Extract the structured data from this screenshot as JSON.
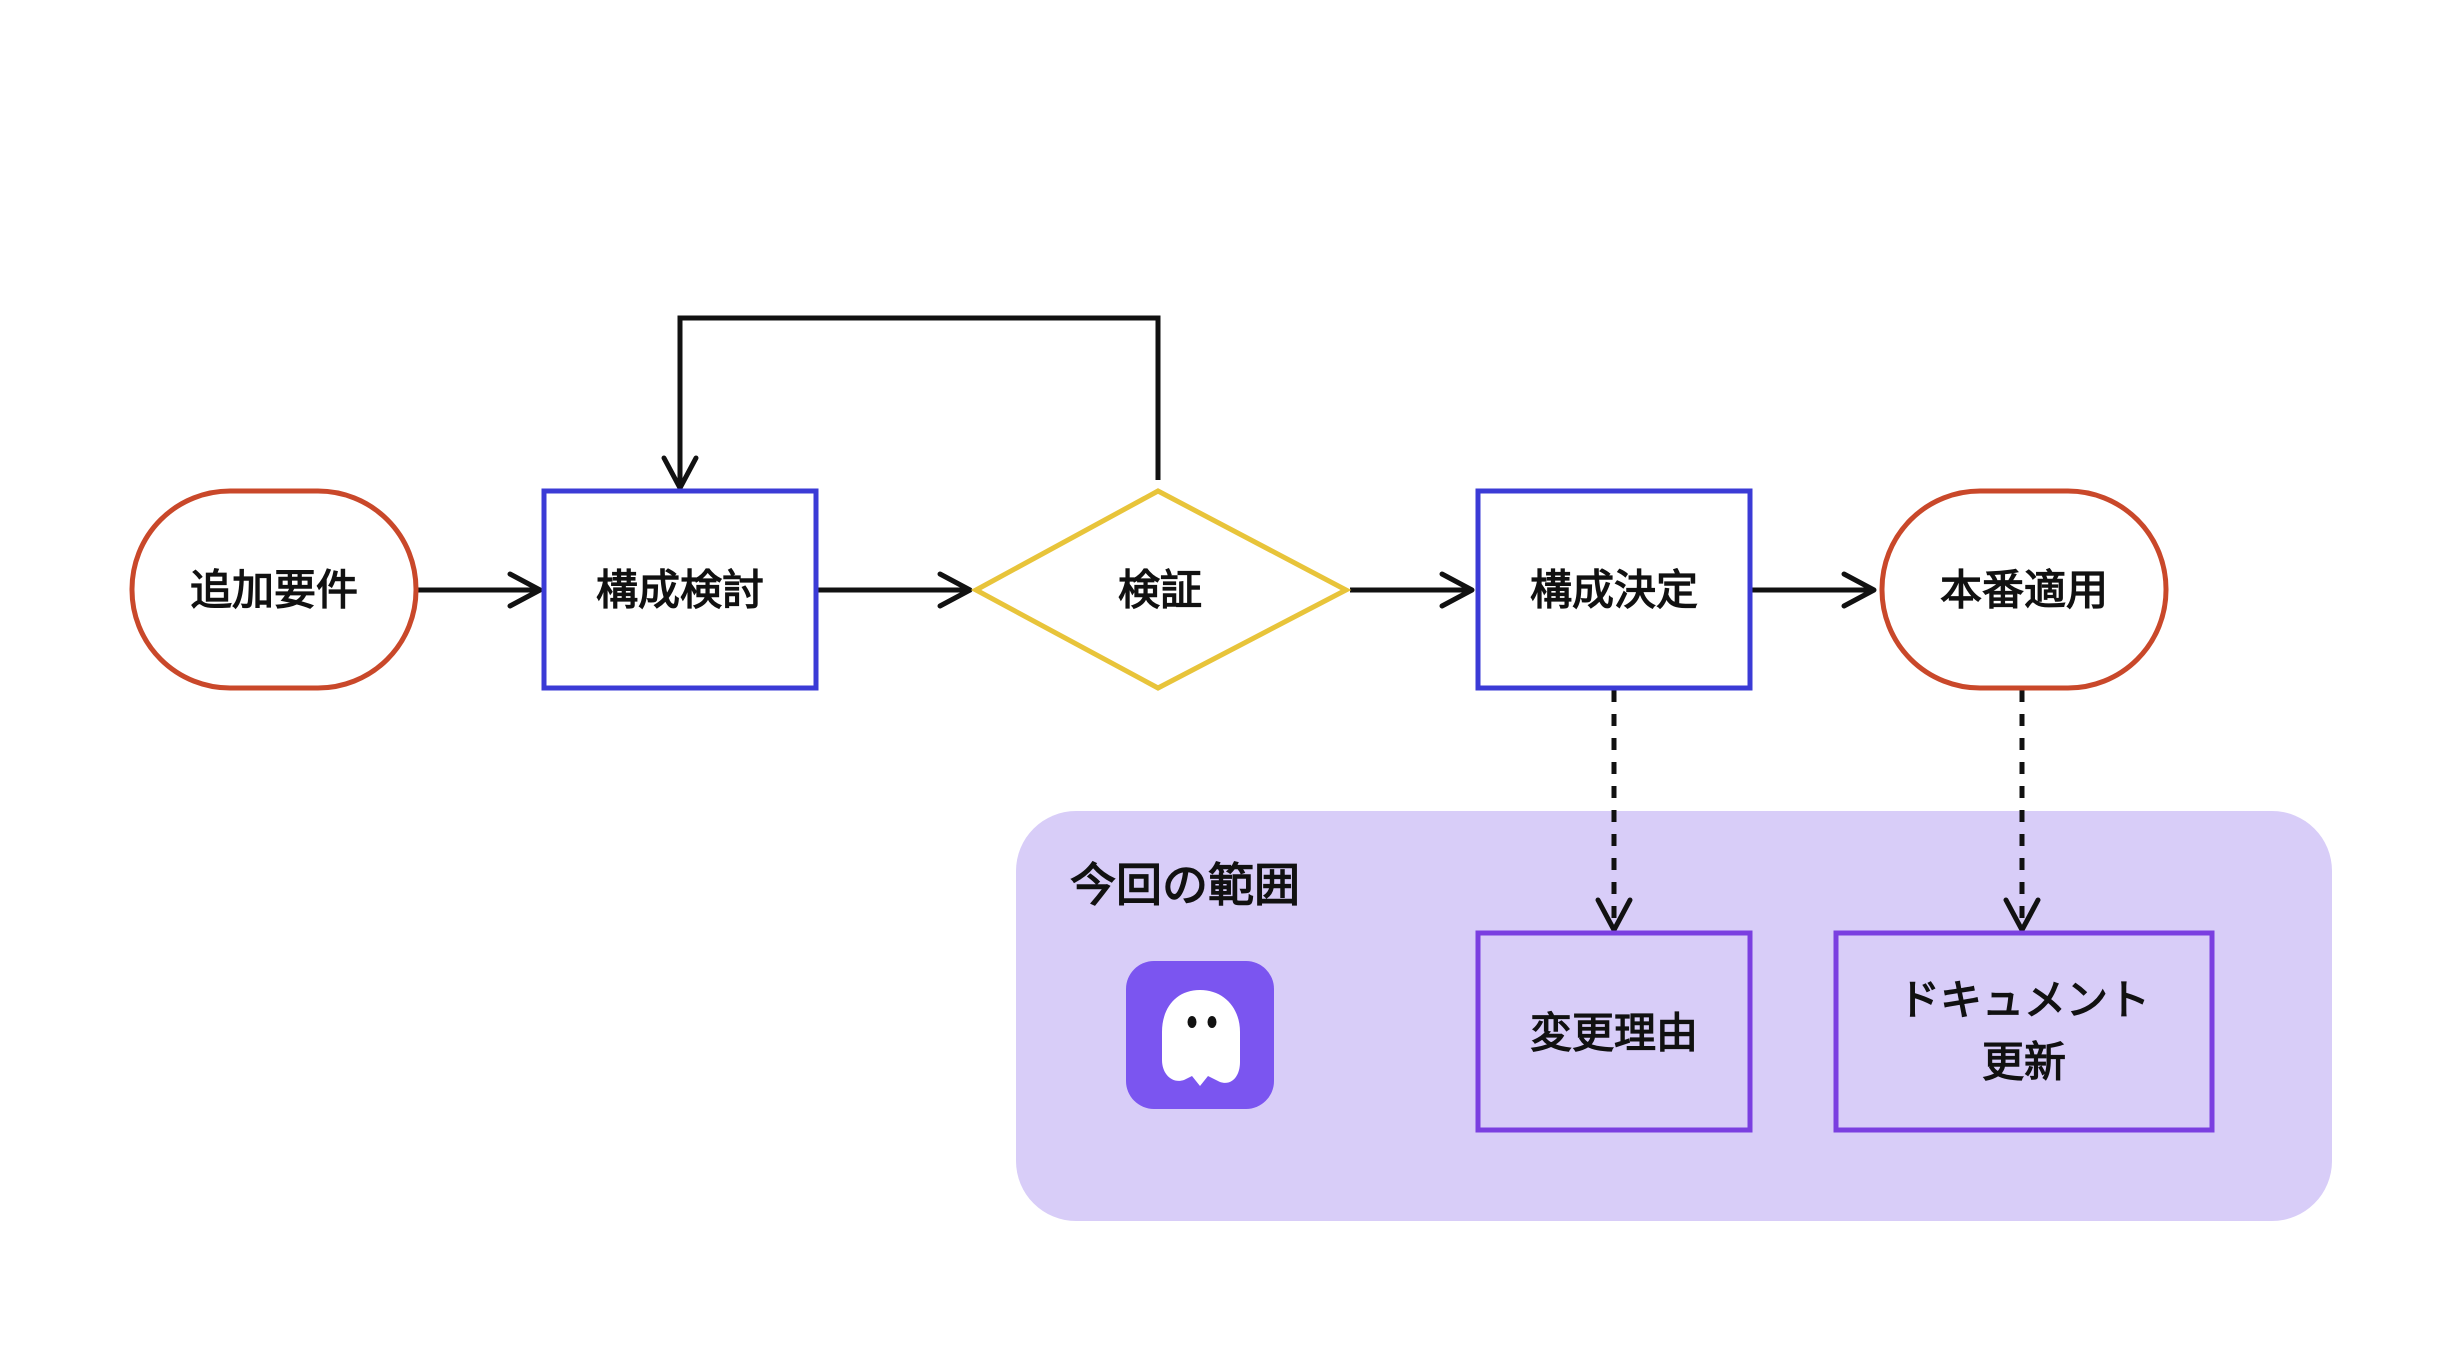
{
  "diagram": {
    "colors": {
      "terminal_stroke": "#c9482a",
      "process_stroke": "#3b3bd6",
      "decision_stroke": "#e8c43a",
      "scope_fill": "#d8cdf8",
      "scope_box_stroke": "#7a3fe0",
      "app_icon_bg": "#7b55f0",
      "arrow": "#111111"
    },
    "nodes": {
      "start": "追加要件",
      "design": "構成検討",
      "verify": "検証",
      "decide": "構成決定",
      "deploy": "本番適用"
    },
    "scope": {
      "title": "今回の範囲",
      "app_icon": "ghost-icon",
      "reason": "変更理由",
      "doc_line1": "ドキュメント",
      "doc_line2": "更新"
    }
  }
}
